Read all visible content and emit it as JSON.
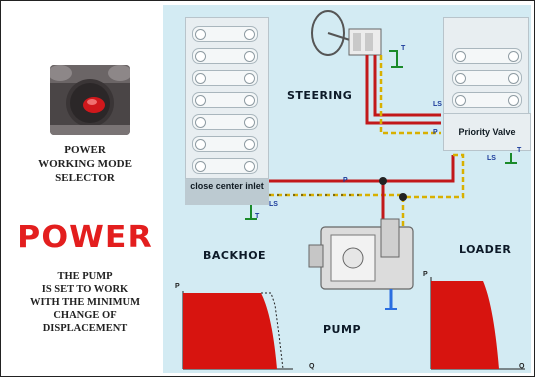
{
  "left_panel": {
    "selector_caption": [
      "POWER",
      "WORKING MODE",
      "SELECTOR"
    ],
    "power_word": "POWER",
    "pump_caption": [
      "THE PUMP",
      "IS SET TO WORK",
      "WITH THE MINIMUM",
      "CHANGE OF",
      "DISPLACEMENT"
    ]
  },
  "diagram": {
    "close_center_inlet": "close center inlet",
    "priority_valve": "Priority Valve",
    "steering": "STEERING",
    "backhoe": "BACKHOE",
    "loader": "LOADER",
    "pump": "PUMP",
    "port_p": "P",
    "port_t": "T",
    "port_ls": "LS",
    "axis_p": "P",
    "axis_q": "Q"
  },
  "colors": {
    "accent_red": "#e31e1e",
    "pressure_line": "#c2181a",
    "signal_line": "#d8b000",
    "tank_line": "#1a8a2a",
    "panel_bg": "#d3ebf3"
  }
}
